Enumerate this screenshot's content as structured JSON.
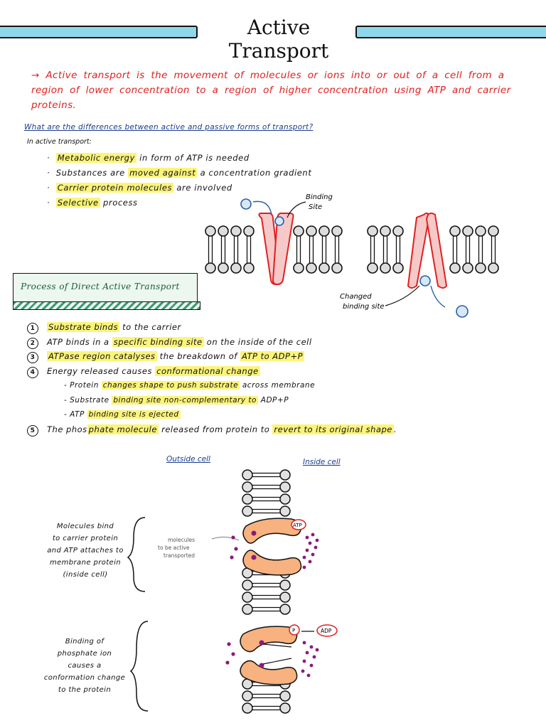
{
  "title": "Active Transport",
  "intro": "→ Active transport is the movement of molecules or ions into or out of a cell from a region of lower concentration to a region of higher concentration using ATP and carrier proteins.",
  "question": "What are the differences between active and passive forms of transport?",
  "in_active": "In active transport:",
  "features": [
    {
      "bullet": "·",
      "hl": "Metabolic energy",
      "rest": " in form of ATP is needed"
    },
    {
      "bullet": "·",
      "pre": "Substances are ",
      "hl": "moved against",
      "rest": " a concentration gradient"
    },
    {
      "bullet": "·",
      "hl": "Carrier protein molecules",
      "rest": " are involved"
    },
    {
      "bullet": "·",
      "hl": "Selective",
      "rest": " process"
    }
  ],
  "fig1": {
    "binding_site": [
      "Binding",
      "Site"
    ],
    "changed_binding_site": [
      "Changed",
      "binding site"
    ]
  },
  "process_heading": "Process of Direct Active Transport",
  "steps": [
    {
      "n": "1",
      "hl": "Substrate binds",
      "rest": " to the carrier"
    },
    {
      "n": "2",
      "pre": "ATP binds in a ",
      "hl": "specific binding site",
      "rest": " on the inside of the cell"
    },
    {
      "n": "3",
      "hl": "ATPase region catalyses",
      "mid": " the breakdown of ",
      "hl2": "ATP to ADP+P",
      "rest": ""
    },
    {
      "n": "4",
      "pre": "Energy released causes ",
      "hl": "conformational change",
      "rest": ""
    }
  ],
  "substeps": [
    {
      "pre": "- Protein ",
      "hl": "changes shape to push substrate",
      "rest": " across membrane"
    },
    {
      "pre": "- Substrate ",
      "hl": "binding site non-complementary to",
      "rest": " ADP+P"
    },
    {
      "pre": "- ATP ",
      "hl": "binding site is ejected",
      "rest": ""
    }
  ],
  "step5": {
    "n": "5",
    "pre": "The phos",
    "hl": "phate molecule",
    "mid": " released from protein to ",
    "hl2": "revert to its original shape",
    "rest": "."
  },
  "fig2": {
    "outside": "Outside cell",
    "inside": "Inside cell",
    "note1": [
      "Molecules bind",
      "to carrier protein",
      "and ATP attaches to",
      "membrane protein",
      "(inside cell)"
    ],
    "note2": [
      "Binding of",
      "phosphate ion",
      "causes a",
      "conformation change",
      "to the protein"
    ],
    "molecules_label": [
      "molecules",
      "to be active",
      "transported"
    ],
    "atp": "ATP",
    "p": "P",
    "adp": "ADP"
  },
  "colors": {
    "highlight": "#fbf47a",
    "red": "#e02020",
    "blue": "#1a3c8c",
    "title_bar": "#8fd8ec",
    "carrier_fill": "#f7b27f",
    "molecule": "#8b1a7a",
    "protein_pink": "#f6c9c9"
  }
}
